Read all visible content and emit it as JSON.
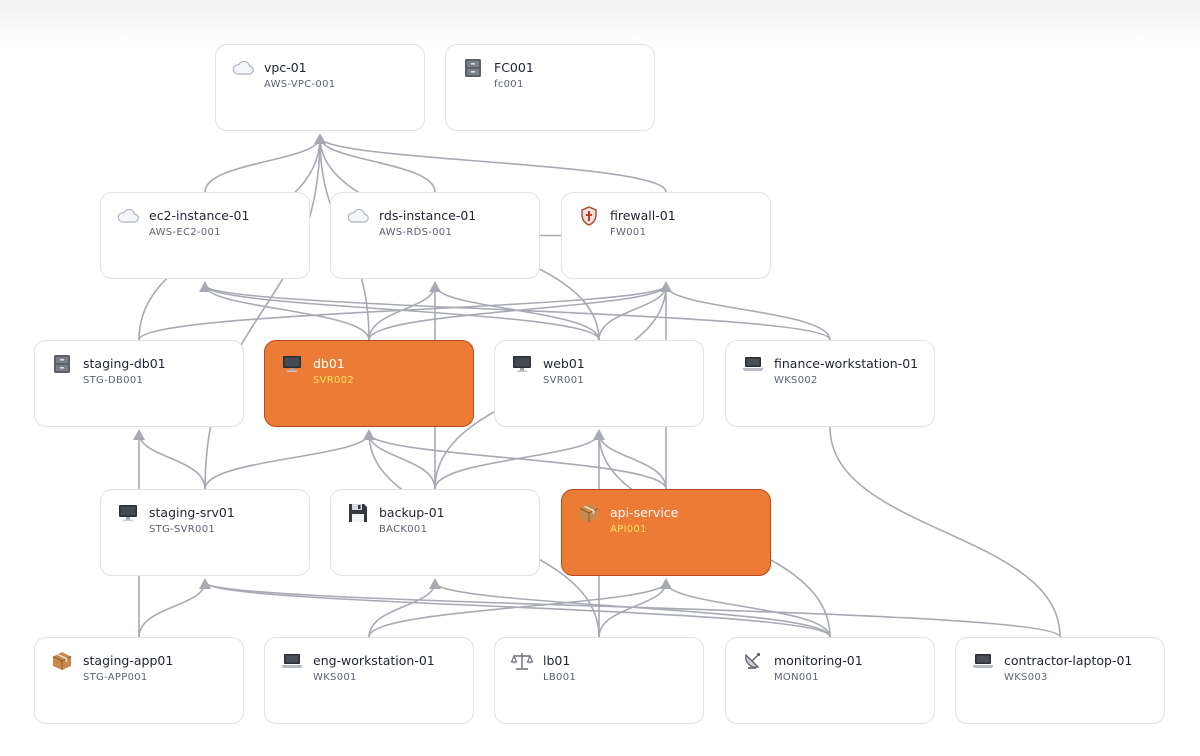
{
  "nodes": [
    {
      "id": "vpc01",
      "name": "vpc-01",
      "code": "AWS-VPC-001",
      "icon": "cloud-icon",
      "highlighted": false
    },
    {
      "id": "fc001",
      "name": "FC001",
      "code": "fc001",
      "icon": "file-cabinet-icon",
      "highlighted": false
    },
    {
      "id": "ec2",
      "name": "ec2-instance-01",
      "code": "AWS-EC2-001",
      "icon": "cloud-icon",
      "highlighted": false
    },
    {
      "id": "rds",
      "name": "rds-instance-01",
      "code": "AWS-RDS-001",
      "icon": "cloud-icon",
      "highlighted": false
    },
    {
      "id": "fw",
      "name": "firewall-01",
      "code": "FW001",
      "icon": "shield-icon",
      "highlighted": false
    },
    {
      "id": "stgdb",
      "name": "staging-db01",
      "code": "STG-DB001",
      "icon": "file-cabinet-icon",
      "highlighted": false
    },
    {
      "id": "db01",
      "name": "db01",
      "code": "SVR002",
      "icon": "monitor-icon",
      "highlighted": true
    },
    {
      "id": "web01",
      "name": "web01",
      "code": "SVR001",
      "icon": "monitor-icon",
      "highlighted": false
    },
    {
      "id": "fin",
      "name": "finance-workstation-01",
      "code": "WKS002",
      "icon": "laptop-icon",
      "highlighted": false
    },
    {
      "id": "stgsrv",
      "name": "staging-srv01",
      "code": "STG-SVR001",
      "icon": "monitor-icon",
      "highlighted": false
    },
    {
      "id": "backup",
      "name": "backup-01",
      "code": "BACK001",
      "icon": "floppy-disk-icon",
      "highlighted": false
    },
    {
      "id": "api",
      "name": "api-service",
      "code": "API001",
      "icon": "package-icon",
      "highlighted": true
    },
    {
      "id": "stgapp",
      "name": "staging-app01",
      "code": "STG-APP001",
      "icon": "package-icon",
      "highlighted": false
    },
    {
      "id": "eng",
      "name": "eng-workstation-01",
      "code": "WKS001",
      "icon": "laptop-icon",
      "highlighted": false
    },
    {
      "id": "lb01",
      "name": "lb01",
      "code": "LB001",
      "icon": "balance-scale-icon",
      "highlighted": false
    },
    {
      "id": "mon",
      "name": "monitoring-01",
      "code": "MON001",
      "icon": "satellite-dish-icon",
      "highlighted": false
    },
    {
      "id": "contractor",
      "name": "contractor-laptop-01",
      "code": "WKS003",
      "icon": "laptop-icon",
      "highlighted": false
    }
  ],
  "edges": [
    {
      "from": "ec2",
      "to": "vpc01"
    },
    {
      "from": "rds",
      "to": "vpc01"
    },
    {
      "from": "fw",
      "to": "vpc01"
    },
    {
      "from": "stgdb",
      "to": "vpc01"
    },
    {
      "from": "db01",
      "to": "vpc01"
    },
    {
      "from": "web01",
      "to": "vpc01"
    },
    {
      "from": "stgsrv",
      "to": "vpc01"
    },
    {
      "from": "rds",
      "to": "fw"
    },
    {
      "from": "stgdb",
      "to": "fw"
    },
    {
      "from": "db01",
      "to": "fw"
    },
    {
      "from": "web01",
      "to": "fw"
    },
    {
      "from": "fin",
      "to": "fw"
    },
    {
      "from": "backup",
      "to": "fw"
    },
    {
      "from": "api",
      "to": "fw"
    },
    {
      "from": "web01",
      "to": "ec2"
    },
    {
      "from": "fin",
      "to": "ec2"
    },
    {
      "from": "db01",
      "to": "ec2"
    },
    {
      "from": "db01",
      "to": "rds"
    },
    {
      "from": "web01",
      "to": "rds"
    },
    {
      "from": "backup",
      "to": "rds"
    },
    {
      "from": "api",
      "to": "db01"
    },
    {
      "from": "backup",
      "to": "db01"
    },
    {
      "from": "stgsrv",
      "to": "db01"
    },
    {
      "from": "lb01",
      "to": "db01"
    },
    {
      "from": "lb01",
      "to": "web01"
    },
    {
      "from": "api",
      "to": "web01"
    },
    {
      "from": "backup",
      "to": "web01"
    },
    {
      "from": "mon",
      "to": "web01"
    },
    {
      "from": "stgsrv",
      "to": "stgdb"
    },
    {
      "from": "stgapp",
      "to": "stgdb"
    },
    {
      "from": "stgapp",
      "to": "stgsrv"
    },
    {
      "from": "mon",
      "to": "stgsrv"
    },
    {
      "from": "contractor",
      "to": "stgsrv"
    },
    {
      "from": "eng",
      "to": "api"
    },
    {
      "from": "lb01",
      "to": "api"
    },
    {
      "from": "mon",
      "to": "api"
    },
    {
      "from": "eng",
      "to": "backup"
    },
    {
      "from": "mon",
      "to": "backup"
    },
    {
      "from": "fin",
      "to": "contractor"
    }
  ],
  "colors": {
    "edge": "#a7aab2",
    "highlight": "#ec7b35",
    "highlight_border": "#b9491b",
    "highlight_code": "#ffe45a"
  }
}
